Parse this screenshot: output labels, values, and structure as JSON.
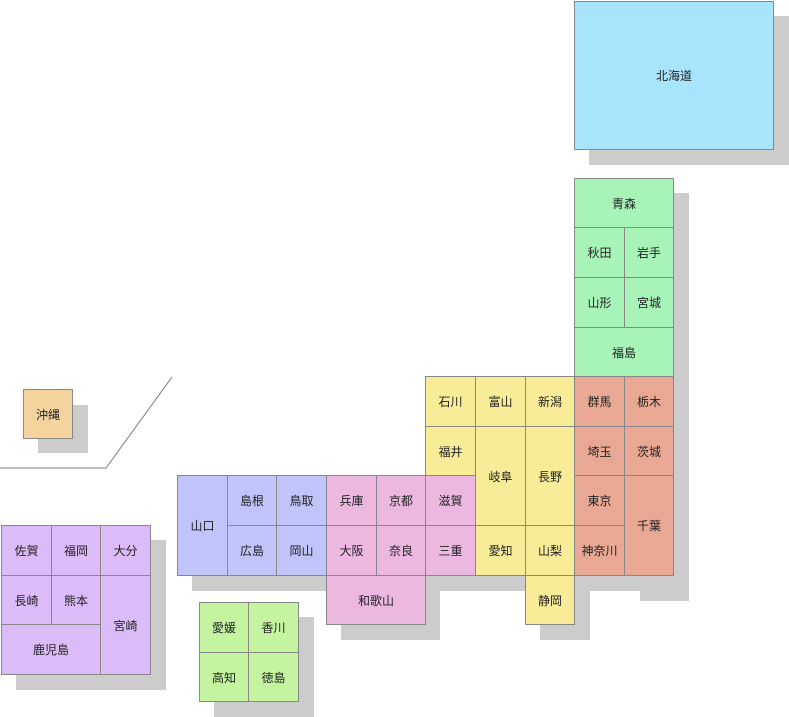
{
  "colors": {
    "hokkaido": "#a8e4fc",
    "tohoku": "#a8f4b8",
    "kanto": "#e8a894",
    "chubu": "#f8ec98",
    "kinki": "#ecb8e0",
    "chugoku": "#c0c4f8",
    "shikoku": "#c4f4a0",
    "kyushu": "#dcbcf8",
    "okinawa": "#f4d49c"
  },
  "prefectures": {
    "hokkaido": "北海道",
    "aomori": "青森",
    "akita": "秋田",
    "iwate": "岩手",
    "yamagata": "山形",
    "miyagi": "宮城",
    "fukushima": "福島",
    "gunma": "群馬",
    "tochigi": "栃木",
    "saitama": "埼玉",
    "ibaraki": "茨城",
    "tokyo": "東京",
    "chiba": "千葉",
    "kanagawa": "神奈川",
    "ishikawa": "石川",
    "toyama": "富山",
    "niigata": "新潟",
    "fukui": "福井",
    "gifu": "岐阜",
    "nagano": "長野",
    "aichi": "愛知",
    "yamanashi": "山梨",
    "shizuoka": "静岡",
    "hyogo": "兵庫",
    "kyoto": "京都",
    "shiga": "滋賀",
    "osaka": "大阪",
    "nara": "奈良",
    "mie": "三重",
    "wakayama": "和歌山",
    "yamaguchi": "山口",
    "shimane": "島根",
    "tottori": "鳥取",
    "hiroshima": "広島",
    "okayama": "岡山",
    "ehime": "愛媛",
    "kagawa": "香川",
    "kochi": "高知",
    "tokushima": "徳島",
    "saga": "佐賀",
    "fukuoka": "福岡",
    "oita": "大分",
    "nagasaki": "長崎",
    "kumamoto": "熊本",
    "miyazaki": "宮崎",
    "kagoshima": "鹿児島",
    "okinawa": "沖縄"
  }
}
